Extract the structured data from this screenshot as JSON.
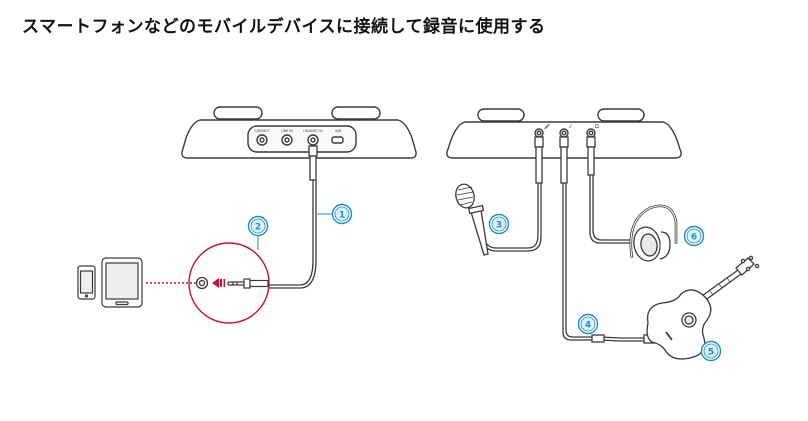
{
  "title": "スマートフォンなどのモバイルデバイスに接続して録音に使用する",
  "colors": {
    "line": "#3a3a3a",
    "badge": "#1e8fc6",
    "badge_fill": "#dff1fb",
    "accent_red": "#c8102e"
  },
  "left_unit": {
    "port_labels": [
      "CONTACT",
      "LINE IN",
      "HEADSET IN",
      "USB"
    ],
    "badge_cable": "1",
    "badge_zoom": "2"
  },
  "right_unit": {
    "badge_mic": "3",
    "badge_guitar_cable": "4",
    "badge_guitar": "5",
    "badge_headphones": "6"
  },
  "icons": {
    "devices": [
      "smartphone-icon",
      "tablet-icon"
    ],
    "mic": "microphone-icon",
    "headphones": "headphones-icon",
    "guitar": "guitar-icon"
  }
}
